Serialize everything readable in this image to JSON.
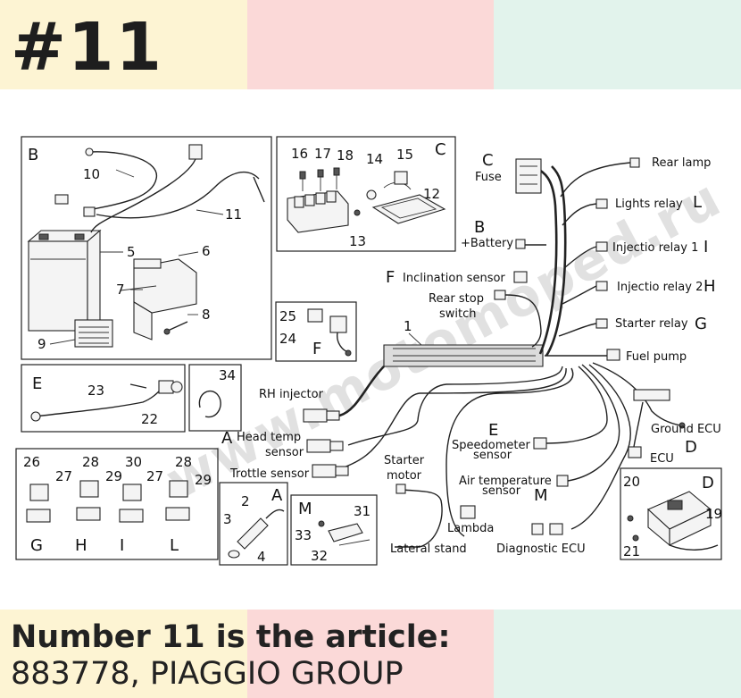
{
  "header": {
    "page_number": "#11",
    "band_colors": [
      "#fdf4d3",
      "#fbd9d8",
      "#e2f3ec"
    ]
  },
  "footer": {
    "line1": "Number 11 is the article:",
    "line2": "883778, PIAGGIO GROUP",
    "band_colors": [
      "#fdf4d3",
      "#fbd9d8",
      "#e2f3ec"
    ]
  },
  "diagram": {
    "watermark": "www.motomoped.ru",
    "groups": [
      "B",
      "C",
      "E",
      "F",
      "A",
      "M",
      "G",
      "H",
      "I",
      "L",
      "D",
      "34"
    ],
    "part_numbers": [
      "1",
      "2",
      "3",
      "4",
      "5",
      "6",
      "7",
      "8",
      "9",
      "10",
      "11",
      "12",
      "13",
      "14",
      "15",
      "16",
      "17",
      "18",
      "19",
      "20",
      "21",
      "22",
      "23",
      "24",
      "25",
      "26",
      "27",
      "28",
      "29",
      "30",
      "31",
      "32",
      "33"
    ],
    "labels": {
      "rear_lamp": "Rear lamp",
      "fuse": "Fuse",
      "lights_relay": "Lights relay",
      "battery": "+Battery",
      "injection_relay_1": "Injectio relay 1",
      "inclination_sensor": "Inclination sensor",
      "injection_relay_2": "Injectio relay 2",
      "rear_stop_switch_1": "Rear stop",
      "rear_stop_switch_2": "switch",
      "starter_relay": "Starter relay",
      "fuel_pump": "Fuel pump",
      "rh_injector": "RH injector",
      "head_temp_sensor_1": "Head temp",
      "head_temp_sensor_2": "sensor",
      "trottle_sensor": "Trottle sensor",
      "speedometer_sensor_1": "Speedometer",
      "speedometer_sensor_2": "sensor",
      "ground_ecu": "Ground ECU",
      "ecu": "ECU",
      "starter_motor_1": "Starter",
      "starter_motor_2": "motor",
      "air_temp_sensor_1": "Air temperature",
      "air_temp_sensor_2": "sensor",
      "lambda": "Lambda",
      "lateral_stand": "Lateral stand",
      "diagnostic_ecu": "Diagnostic ECU"
    }
  }
}
